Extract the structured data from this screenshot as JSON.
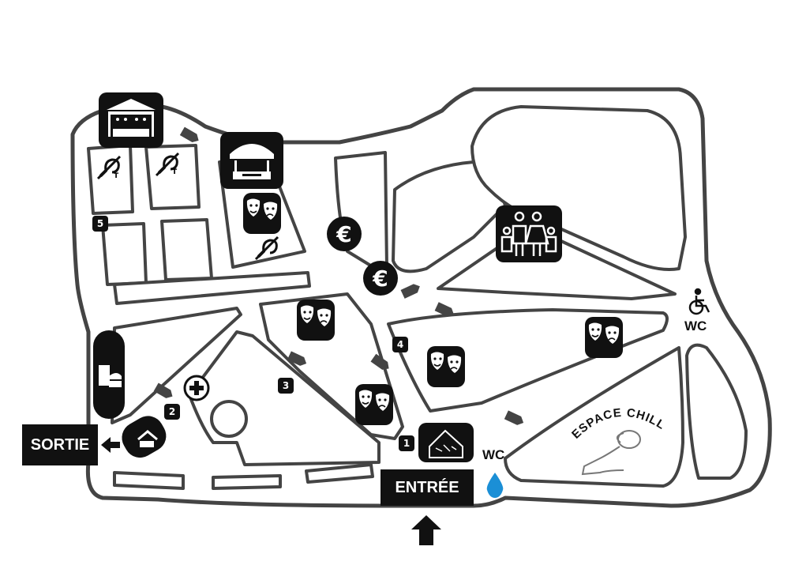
{
  "labels": {
    "exit": "SORTIE",
    "entrance": "ENTRÉE",
    "wc_main": "WC",
    "wc_accessible": "WC",
    "chill_zone": "ESPACE CHILL"
  },
  "markers": {
    "m1": "1",
    "m2": "2",
    "m3": "3",
    "m4": "4",
    "m5": "5"
  },
  "hearing_loop_letter": "T",
  "icons": {
    "stage": "stage-icon",
    "kiosk": "kiosk-icon",
    "theater": "theater-masks-icon",
    "euro": "euro-icon",
    "family": "family-icon",
    "hearing_loop": "hearing-loop-icon",
    "food": "food-drink-icon",
    "first_aid": "first-aid-icon",
    "wheelchair": "wheelchair-icon",
    "water": "water-drop-icon",
    "info": "info-house-icon",
    "accessible_tent": "accessible-tent-icon"
  },
  "colors": {
    "ink": "#111111",
    "water": "#1b8fd6",
    "path_fill": "#ffffff"
  }
}
